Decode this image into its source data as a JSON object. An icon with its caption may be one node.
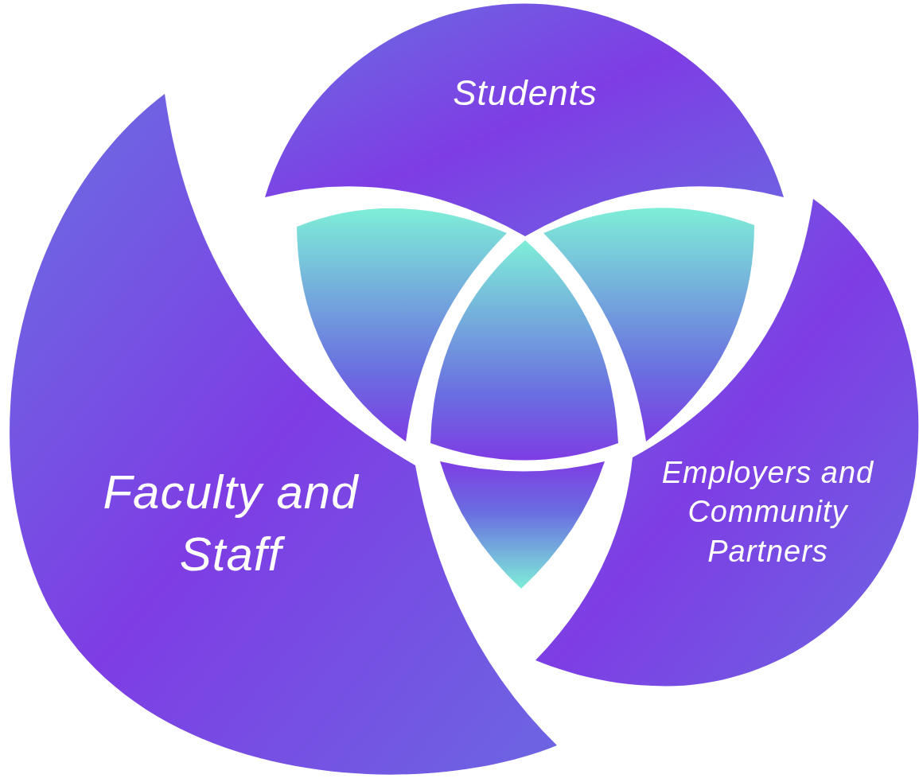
{
  "diagram": {
    "nodes": [
      {
        "text": [
          "Students"
        ]
      },
      {
        "text": [
          "Faculty and Staff"
        ]
      },
      {
        "text": [
          "Employers and Community Partners"
        ]
      },
      {
        "text": [],
        "shape": "lens"
      },
      {
        "text": [],
        "shape": "lens"
      },
      {
        "text": [],
        "shape": "lens"
      },
      {
        "text": [],
        "shape": "lens"
      }
    ]
  }
}
